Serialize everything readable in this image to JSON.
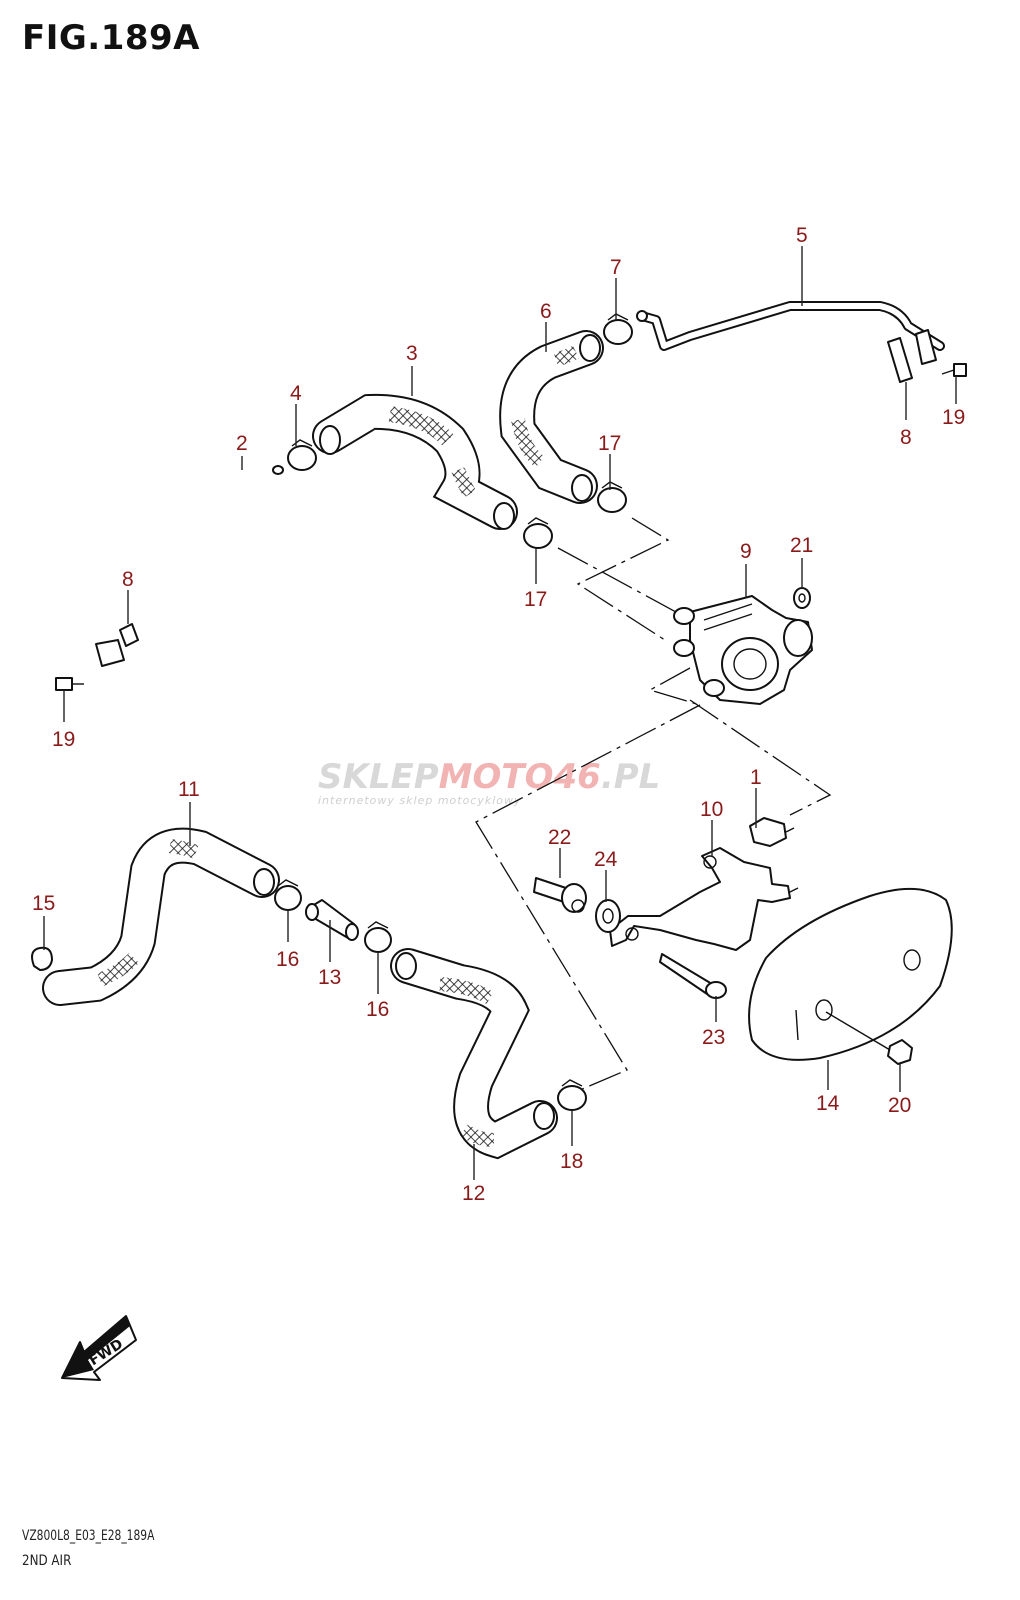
{
  "figure": {
    "title": "FIG.189A",
    "code": "VZ800L8_E03_E28_189A",
    "name": "2ND AIR"
  },
  "watermark": {
    "brand_left": "SKLEP",
    "brand_accent": "MOTO46",
    "brand_right": ".PL",
    "tagline": "internetowy sklep motocyklowy"
  },
  "fwd_label": "FWD",
  "callouts": [
    {
      "id": "c1",
      "label": "1"
    },
    {
      "id": "c2",
      "label": "2"
    },
    {
      "id": "c3",
      "label": "3"
    },
    {
      "id": "c4",
      "label": "4"
    },
    {
      "id": "c5",
      "label": "5"
    },
    {
      "id": "c6",
      "label": "6"
    },
    {
      "id": "c7",
      "label": "7"
    },
    {
      "id": "c8a",
      "label": "8"
    },
    {
      "id": "c8b",
      "label": "8"
    },
    {
      "id": "c9",
      "label": "9"
    },
    {
      "id": "c10",
      "label": "10"
    },
    {
      "id": "c11",
      "label": "11"
    },
    {
      "id": "c12",
      "label": "12"
    },
    {
      "id": "c13",
      "label": "13"
    },
    {
      "id": "c14",
      "label": "14"
    },
    {
      "id": "c15",
      "label": "15"
    },
    {
      "id": "c16a",
      "label": "16"
    },
    {
      "id": "c16b",
      "label": "16"
    },
    {
      "id": "c17a",
      "label": "17"
    },
    {
      "id": "c17b",
      "label": "17"
    },
    {
      "id": "c18",
      "label": "18"
    },
    {
      "id": "c19a",
      "label": "19"
    },
    {
      "id": "c19b",
      "label": "19"
    },
    {
      "id": "c20",
      "label": "20"
    },
    {
      "id": "c21",
      "label": "21"
    },
    {
      "id": "c22",
      "label": "22"
    },
    {
      "id": "c23",
      "label": "23"
    },
    {
      "id": "c24",
      "label": "24"
    }
  ],
  "colors": {
    "callout": "#8b1a1a",
    "line": "#111111",
    "watermark_gray": "#d8d8d8",
    "watermark_red": "#f2b3b3"
  }
}
